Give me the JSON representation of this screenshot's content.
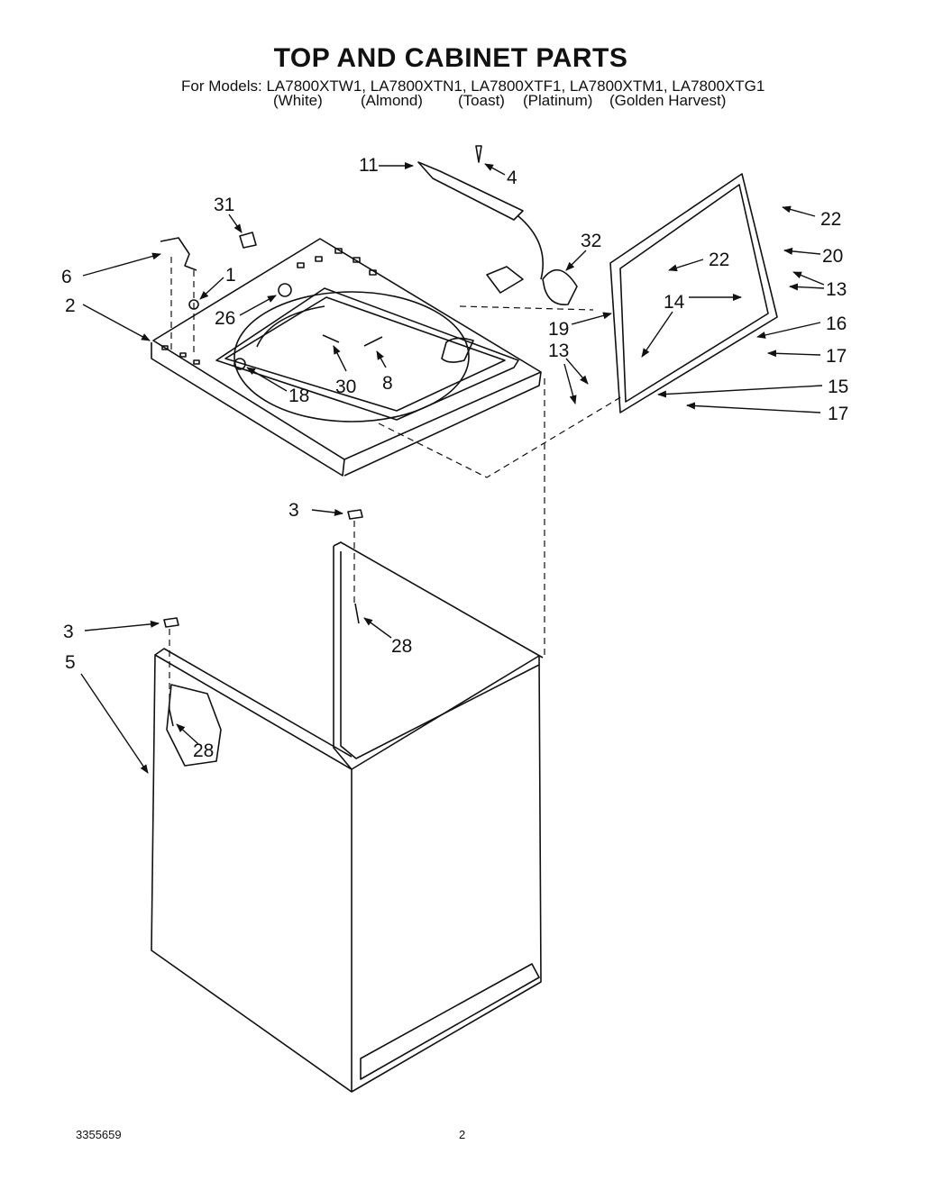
{
  "header": {
    "title": "TOP AND CABINET PARTS",
    "models_line": "For Models: LA7800XTW1, LA7800XTN1, LA7800XTF1, LA7800XTM1, LA7800XTG1",
    "colors": [
      "(White)",
      "(Almond)",
      "(Toast)",
      "(Platinum)",
      "(Golden Harvest)"
    ]
  },
  "callouts": {
    "c1": "1",
    "c2": "2",
    "c3a": "3",
    "c3b": "3",
    "c4": "4",
    "c5": "5",
    "c6": "6",
    "c8": "8",
    "c11": "11",
    "c13a": "13",
    "c13b": "13",
    "c14": "14",
    "c15": "15",
    "c16": "16",
    "c17a": "17",
    "c17b": "17",
    "c18": "18",
    "c19": "19",
    "c20": "20",
    "c22a": "22",
    "c22b": "22",
    "c26": "26",
    "c28a": "28",
    "c28b": "28",
    "c30": "30",
    "c31": "31",
    "c32": "32"
  },
  "footer": {
    "doc_number": "3355659",
    "page": "2"
  }
}
